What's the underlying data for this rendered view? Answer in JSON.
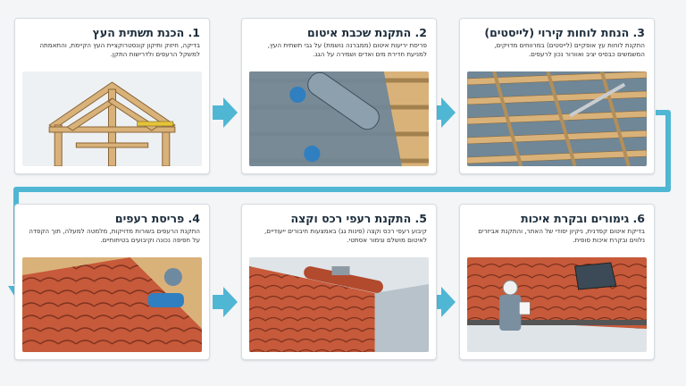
{
  "steps": [
    {
      "title": "1. הכנת תשתית העץ",
      "desc": "בדיקה, חיזוק ותיקון קונסטרוקציית העץ הקיימת, והתאמתה למשקל הרעפים ולדרישות התקן.",
      "icon": "wood-frame-illustration"
    },
    {
      "title": "2. התקנת שכבת איטום",
      "desc": "פריסת יריעות איטום (ממברנה נושמת) על גבי תשתית העץ, למניעת חדירת מים ואדים ושמירה על הגג.",
      "icon": "membrane-roll-illustration"
    },
    {
      "title": "3. הנחת לוחות קירוי (לייסטים)",
      "desc": "התקנת לוחות עץ אופקיים (לייסטים) במרווחים מדויקים, המשמשים כבסיס יציב ואוורור נכון לרעפים.",
      "icon": "battens-illustration"
    },
    {
      "title": "4. פריסת רעפים",
      "desc": "התקנת הרעפים בשורות מדויקות, מלמטה למעלה, תוך הקפדה על חפיפה נכונה וקיבועים בטיחותיים.",
      "icon": "tile-laying-illustration"
    },
    {
      "title": "5. התקנת רעפי רכס וקצה",
      "desc": "קיבוע רעפי רכס וקצה (פינות גג) באמצעות חיבורים ייעודיים, לאיטום מושלם וגימור אסתטי.",
      "icon": "ridge-tiles-illustration"
    },
    {
      "title": "6. גימורים ובקרת איכות",
      "desc": "בדיקת איטום קפדנית, ניקיון יסודי של האתר, והתקנת אביזרים נלווים ובקרת איכות סופית.",
      "icon": "inspection-illustration"
    }
  ],
  "colors": {
    "arrow": "#4fb6d3",
    "title": "#1e2e3c",
    "wood": "#d9b27a",
    "membrane": "#6f8797",
    "tile": "#c65a3a"
  }
}
